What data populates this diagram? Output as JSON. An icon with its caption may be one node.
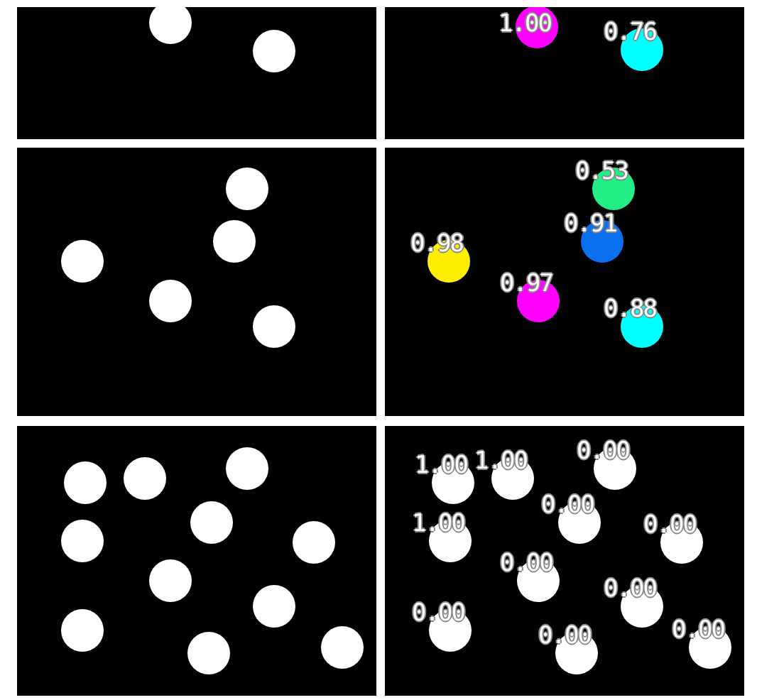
{
  "diagram": {
    "nodes": [
      {
        "text": [],
        "shape": "circle"
      },
      {
        "text": [],
        "shape": "circle"
      },
      {
        "text": [
          "1.00"
        ]
      },
      {
        "text": [
          "0.76"
        ]
      },
      {
        "text": [],
        "shape": "circle"
      },
      {
        "text": [],
        "shape": "circle"
      },
      {
        "text": [],
        "shape": "circle"
      },
      {
        "text": [],
        "shape": "circle"
      },
      {
        "text": [],
        "shape": "circle"
      },
      {
        "text": [
          "0.53"
        ]
      },
      {
        "text": [
          "0.91"
        ]
      },
      {
        "text": [
          "0.98"
        ]
      },
      {
        "text": [
          "0.97"
        ]
      },
      {
        "text": [
          "0.88"
        ]
      },
      {
        "text": [],
        "shape": "circle"
      },
      {
        "text": [],
        "shape": "circle"
      },
      {
        "text": [],
        "shape": "circle"
      },
      {
        "text": [],
        "shape": "circle"
      },
      {
        "text": [],
        "shape": "circle"
      },
      {
        "text": [],
        "shape": "circle"
      },
      {
        "text": [],
        "shape": "circle"
      },
      {
        "text": [],
        "shape": "circle"
      },
      {
        "text": [],
        "shape": "circle"
      },
      {
        "text": [],
        "shape": "circle"
      },
      {
        "text": [],
        "shape": "circle"
      },
      {
        "text": [
          "1.00"
        ]
      },
      {
        "text": [
          "1.00"
        ]
      },
      {
        "text": [
          "0.00"
        ]
      },
      {
        "text": [
          "0.00"
        ]
      },
      {
        "text": [
          "1.00"
        ]
      },
      {
        "text": [
          "0.00"
        ]
      },
      {
        "text": [
          "0.00"
        ]
      },
      {
        "text": [
          "0.00"
        ]
      },
      {
        "text": [
          "0.00"
        ]
      },
      {
        "text": [
          "0.00"
        ]
      },
      {
        "text": [
          "0.00"
        ]
      }
    ]
  }
}
